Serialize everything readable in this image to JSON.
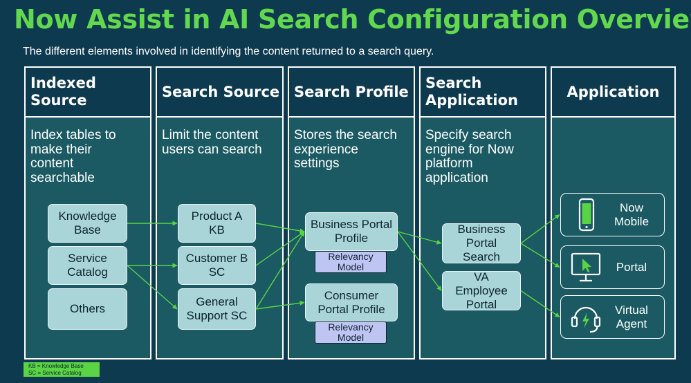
{
  "title": "Now Assist in AI Search Configuration Overview",
  "subtitle": "The different elements involved in identifying the content returned to a search query.",
  "columns": [
    {
      "header": "Indexed\nSource",
      "description": "Index tables to\nmake their\ncontent\nsearchable"
    },
    {
      "header": "Search Source",
      "description": "Limit the content\nusers can search"
    },
    {
      "header": "Search Profile",
      "description": "Stores the search\nexperience\nsettings"
    },
    {
      "header": "Search\nApplication",
      "description": "Specify search\nengine for Now\nplatform\napplication"
    },
    {
      "header": "Application",
      "description": ""
    }
  ],
  "indexed_sources": [
    {
      "id": "kb",
      "label": "Knowledge\nBase"
    },
    {
      "id": "sc",
      "label": "Service\nCatalog"
    },
    {
      "id": "others",
      "label": "Others"
    }
  ],
  "search_sources": [
    {
      "id": "pakb",
      "label": "Product A\nKB"
    },
    {
      "id": "cbsc",
      "label": "Customer B\nSC"
    },
    {
      "id": "gssc",
      "label": "General\nSupport SC"
    }
  ],
  "search_profiles": [
    {
      "id": "bpp",
      "label": "Business Portal\nProfile",
      "model": "Relevancy\nModel"
    },
    {
      "id": "cpp",
      "label": "Consumer\nPortal Profile",
      "model": "Relevancy\nModel"
    }
  ],
  "search_applications": [
    {
      "id": "bps",
      "label": "Business\nPortal\nSearch"
    },
    {
      "id": "vaep",
      "label": "VA\nEmployee\nPortal"
    }
  ],
  "applications": [
    {
      "id": "mobile",
      "label": "Now\nMobile",
      "icon": "mobile-phone-icon"
    },
    {
      "id": "portal",
      "label": "Portal",
      "icon": "monitor-cursor-icon"
    },
    {
      "id": "va",
      "label": "Virtual\nAgent",
      "icon": "headset-icon"
    }
  ],
  "connections": [
    {
      "from": "kb",
      "to": "pakb"
    },
    {
      "from": "sc",
      "to": "cbsc"
    },
    {
      "from": "sc",
      "to": "gssc"
    },
    {
      "from": "pakb",
      "to": "bpp"
    },
    {
      "from": "cbsc",
      "to": "bpp"
    },
    {
      "from": "gssc",
      "to": "bpp"
    },
    {
      "from": "gssc",
      "to": "cpp"
    },
    {
      "from": "bpp",
      "to": "bps"
    },
    {
      "from": "bpp",
      "to": "vaep"
    },
    {
      "from": "bps",
      "to": "mobile"
    },
    {
      "from": "bps",
      "to": "portal"
    },
    {
      "from": "vaep",
      "to": "va"
    }
  ],
  "legend": "KB = Knowledge Base\nSC = Service Catalog",
  "colors": {
    "title": "#62d84e",
    "background": "#0e3a4f",
    "column": "#1b5a63",
    "node": "#a9d4d8",
    "model": "#bfc5f3",
    "arrow": "#5ad444",
    "icon": "#5ad444"
  }
}
